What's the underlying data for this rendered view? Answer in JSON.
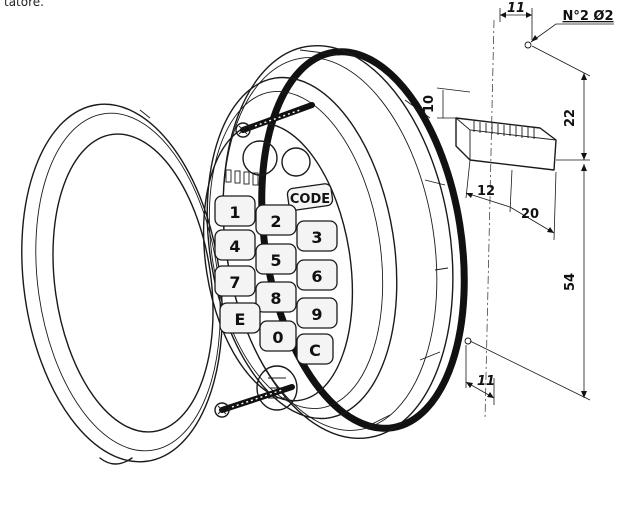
{
  "caption_fragment": "tatore.",
  "keypad": {
    "keys": [
      "1",
      "2",
      "3",
      "4",
      "5",
      "6",
      "7",
      "8",
      "9",
      "E",
      "0",
      "C"
    ],
    "code_key": "CODE"
  },
  "dimensions": {
    "top_offset": "11",
    "hole_spec": "N°2 Ø2",
    "height_10": "10",
    "height_22": "22",
    "width_12": "12",
    "width_20": "20",
    "height_54": "54",
    "bottom_offset": "11"
  }
}
